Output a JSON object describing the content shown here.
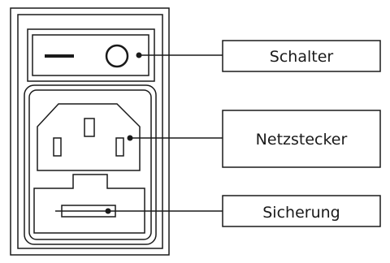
{
  "labels": {
    "switch": "Schalter",
    "connector": "Netzstecker",
    "fuse": "Sicherung"
  },
  "colors": {
    "stroke": "#1a1a1a",
    "background": "#ffffff"
  },
  "symbols": {
    "switch_off": "minus-icon",
    "switch_on": "circle-icon"
  }
}
